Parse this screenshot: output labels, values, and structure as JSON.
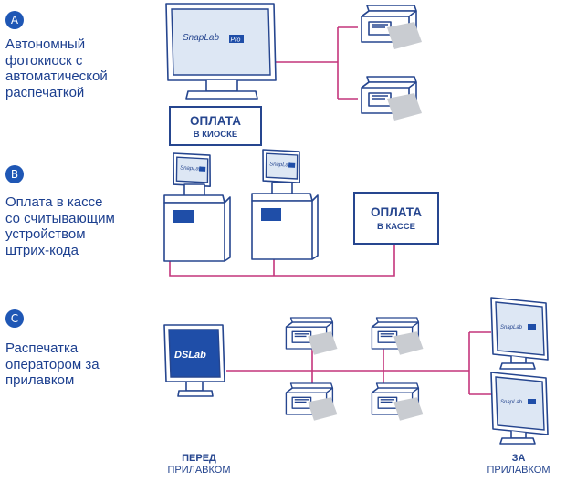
{
  "sections": {
    "a": {
      "badge": "A",
      "text": "Автономный\nфотокиоск с\nавтоматической\nраспечаткой"
    },
    "b": {
      "badge": "B",
      "text": "Оплата в кассе\nсо считывающим\nустройством\nштрих-кода"
    },
    "c": {
      "badge": "C",
      "text": "Распечатка\nоператором за\nприлавком"
    }
  },
  "boxes": {
    "kiosk_payment": {
      "line1": "ОПЛАТА",
      "line2": "В КИОСКЕ"
    },
    "cashier_payment": {
      "line1": "ОПЛАТА",
      "line2": "В КАССЕ"
    }
  },
  "logos": {
    "snaplab": "SnapLab",
    "pro": "Pro",
    "dslab": "DSLab"
  },
  "bottom_labels": {
    "front": {
      "bold": "ПЕРЕД",
      "normal": "ПРИЛАВКОМ"
    },
    "behind": {
      "bold": "ЗА",
      "normal": "ПРИЛАВКОМ"
    }
  },
  "colors": {
    "accent_blue": "#1f57b5",
    "ink_blue": "#26468f",
    "connector_pink": "#c4357c"
  }
}
